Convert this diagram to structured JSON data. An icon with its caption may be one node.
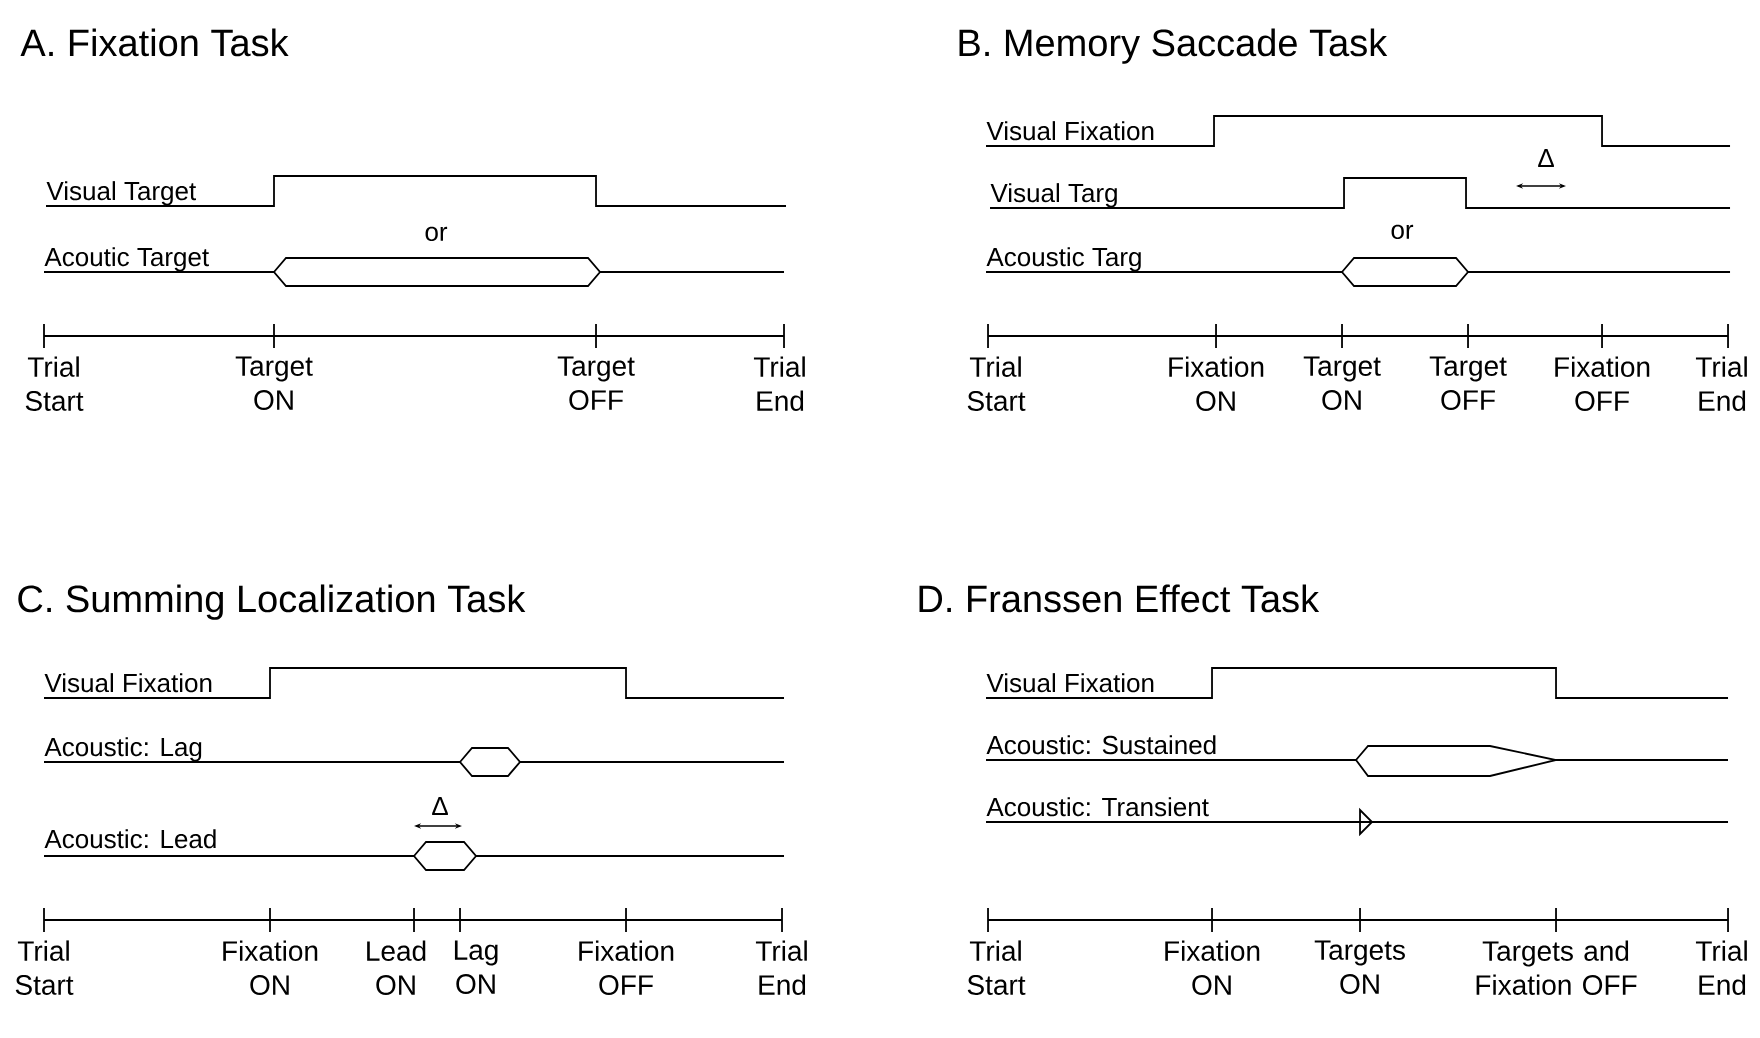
{
  "diagram": {
    "labels": [
      "A. Fixation Task",
      "Visual Target",
      "or",
      "Acoutic Target",
      "Trial Start",
      "Target ON",
      "Target OFF",
      "Trial End",
      "B. Memory Saccade Task",
      "Visual Fixation",
      "Δ",
      "Visual Targ",
      "or",
      "Acoustic Targ",
      "Trial Start",
      "Fixation ON",
      "Target ON",
      "Target OFF",
      "Fixation OFF",
      "Trial End",
      "C. Summing Localization Task",
      "Visual Fixation",
      "Acoustic: Lag",
      "Δ",
      "Acoustic: Lead",
      "Trial Start",
      "Fixation ON",
      "Lead ON",
      "Lag ON",
      "Fixation OFF",
      "Trial End",
      "D. Franssen Effect Task",
      "Visual Fixation",
      "Acoustic: Sustained",
      "Acoustic: Transient",
      "Trial Start",
      "Fixation ON",
      "Targets ON",
      "Targets and Fixation OFF",
      "Trial End"
    ]
  }
}
